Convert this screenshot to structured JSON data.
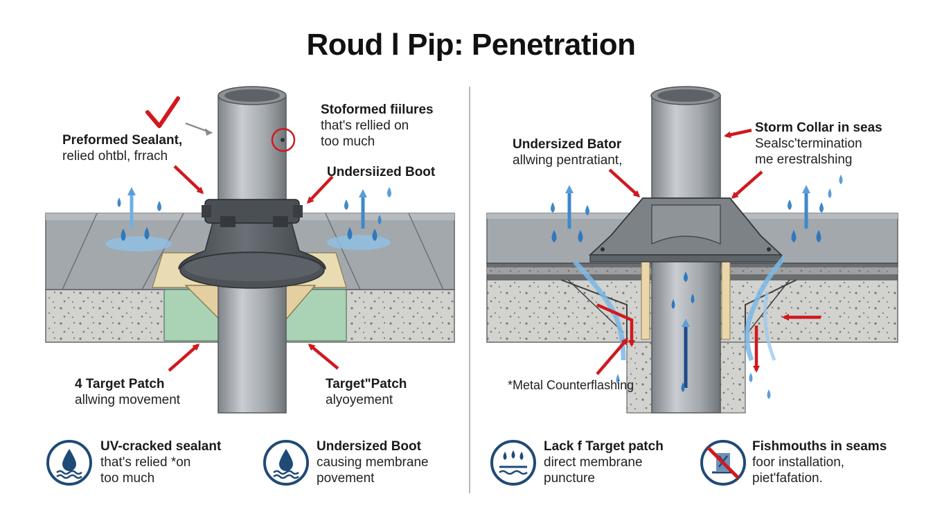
{
  "title": "Roud l Pip: Penetration",
  "colors": {
    "pipe": "#a9adb1",
    "roof": "#9ea3a7",
    "concrete": "#cfcfcb",
    "boot": "#555b60",
    "arrow_red": "#d0191e",
    "water_blue": "#3e88cc",
    "icon_navy": "#1f4a76",
    "patch_green": "#a9d3b4",
    "sealant_tan": "#ead7a9"
  },
  "labels": {
    "preformed_sealant": {
      "head": "Preformed Sealant,",
      "sub": "relied ohtbl, frrach"
    },
    "stoformed": {
      "head": "Stoformed fiilures",
      "sub": "that's rellied on",
      "sub2": "too much"
    },
    "undersiized_boot": {
      "head": "Undersiized Boot"
    },
    "target_patch_left": {
      "head": "4 Target Patch",
      "sub": "allwing movement"
    },
    "target_patch_mid": {
      "head": "Target\"Patch",
      "sub": "alyoyement"
    },
    "undersized_bator": {
      "head": "Undersized Bator",
      "sub": "allwing pentratiant,"
    },
    "storm_collar": {
      "head": "Storm Collar in seas",
      "sub": "Sealsc'termination",
      "sub2": "me erestralshing"
    },
    "metal_counterflashing": {
      "sub": "*Metal Counterflashing"
    }
  },
  "footer": [
    {
      "icon": "water-drop-icon",
      "head": "UV-cracked sealant",
      "sub": "that's relied *on",
      "sub2": "too much"
    },
    {
      "icon": "water-drop-icon",
      "head": "Undersized Boot",
      "sub": "causing membrane",
      "sub2": "povement"
    },
    {
      "icon": "drips-icon",
      "head": "Lack f Target patch",
      "sub": "direct membrane",
      "sub2": "puncture"
    },
    {
      "icon": "no-symbol-icon",
      "head": "Fishmouths in seams",
      "sub": "foor installation,",
      "sub2": "piet'fafation."
    }
  ]
}
